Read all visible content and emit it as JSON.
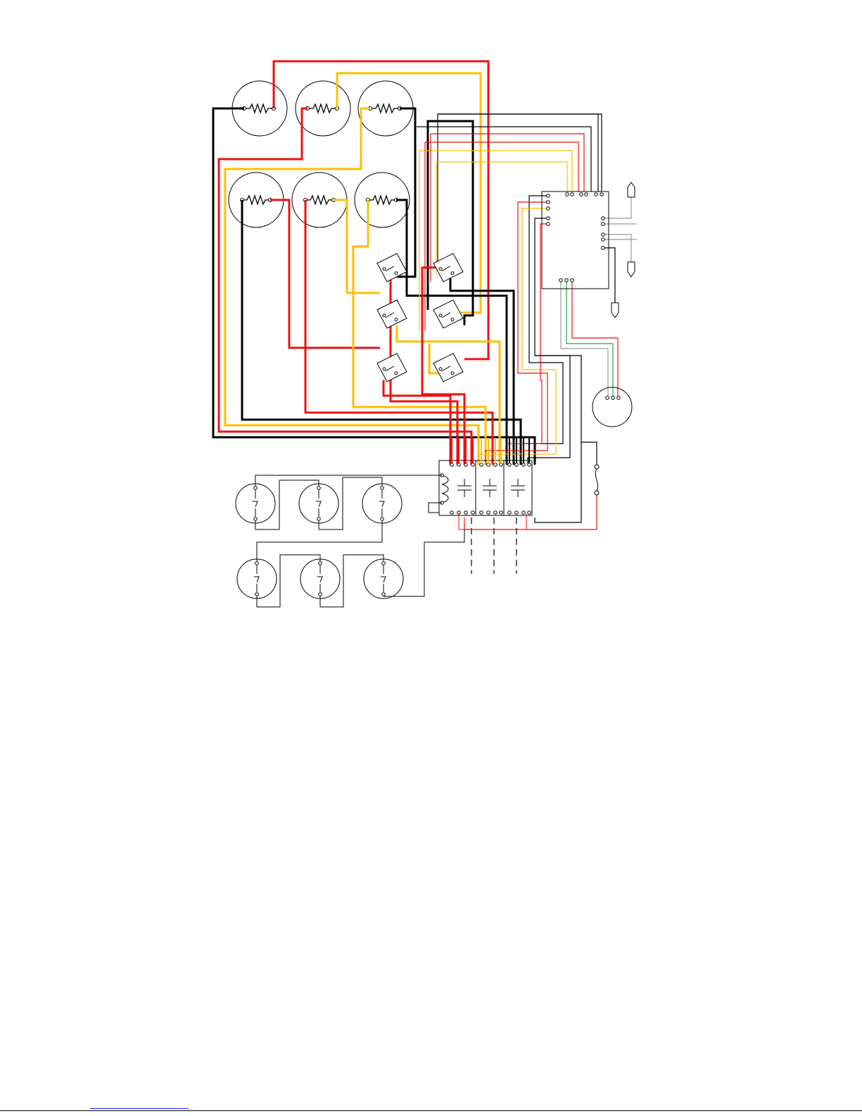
{
  "colors": {
    "red": "#ee1111",
    "yellow": "#ffbf00",
    "black": "#000000",
    "gray": "#999999",
    "green": "#22aa44",
    "link": "#1a1aff"
  },
  "components": {
    "heating_elements": 6,
    "limit_switches": 6,
    "contactor_blocks": 3,
    "control_board": 1,
    "fan_motor": 1,
    "fuse": 1,
    "thermal_cutoffs": 6,
    "temperature_probes": 3
  }
}
